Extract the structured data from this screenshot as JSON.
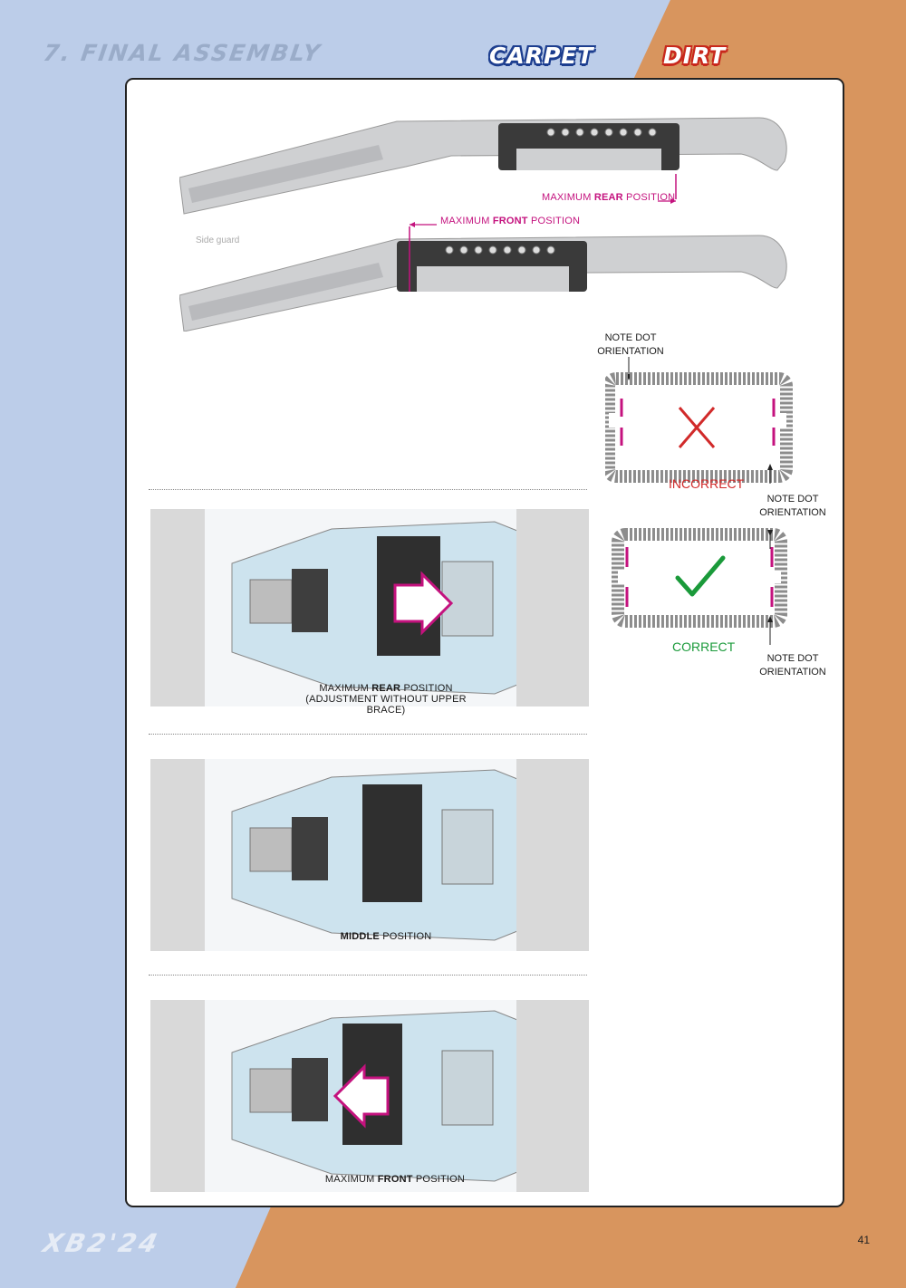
{
  "header": {
    "section_title": "7. FINAL ASSEMBLY",
    "tag_carpet": "CARPET",
    "tag_dirt": "DIRT"
  },
  "top_diagram": {
    "max_rear_prefix": "MAXIMUM ",
    "max_rear_bold": "REAR",
    "max_rear_suffix": " POSITION",
    "max_front_prefix": "MAXIMUM ",
    "max_front_bold": "FRONT",
    "max_front_suffix": " POSITION",
    "side_guard": "Side guard"
  },
  "orientation": {
    "note_1a": "NOTE DOT",
    "note_1b": "ORIENTATION",
    "incorrect": "INCORRECT",
    "note_2a": "NOTE DOT",
    "note_2b": "ORIENTATION",
    "correct": "CORRECT",
    "note_3a": "NOTE DOT",
    "note_3b": "ORIENTATION"
  },
  "chassis": {
    "rear_line1_prefix": "MAXIMUM ",
    "rear_line1_bold": "REAR",
    "rear_line1_suffix": " POSITION",
    "rear_line2": "(ADJUSTMENT WITHOUT UPPER BRACE)",
    "middle_bold": "MIDDLE",
    "middle_suffix": " POSITION",
    "front_prefix": "MAXIMUM ",
    "front_bold": "FRONT",
    "front_suffix": " POSITION"
  },
  "footer": {
    "logo": "XB2'24",
    "page_number": "41"
  },
  "colors": {
    "left_band": "#bccde9",
    "right_band": "#d8955e",
    "accent_magenta": "#c4127e",
    "incorrect_red": "#d12a2a",
    "correct_green": "#1a9a3a"
  }
}
